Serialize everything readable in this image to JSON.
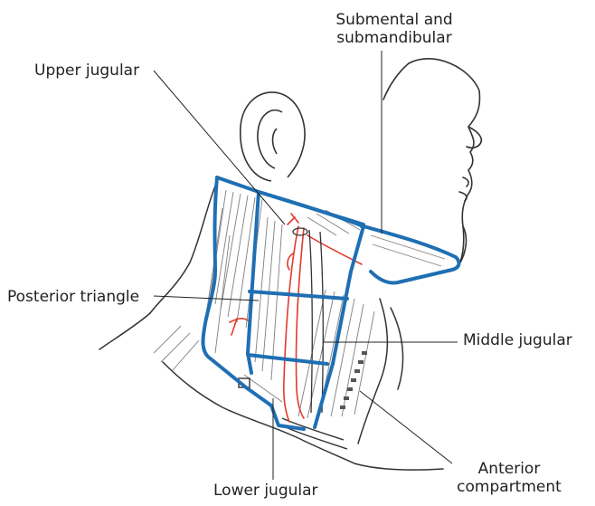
{
  "labels": {
    "submental_line1": "Submental and",
    "submental_line2": "submandibular",
    "upper_jugular": "Upper jugular",
    "posterior_triangle": "Posterior triangle",
    "middle_jugular": "Middle jugular",
    "anterior_line1": "Anterior",
    "anterior_line2": "compartment",
    "lower_jugular": "Lower jugular"
  },
  "colors": {
    "region_outline": "#1f6fb3",
    "vessels": "#e23a2c",
    "anatomy_lines": "#333333",
    "background": "#ffffff"
  }
}
